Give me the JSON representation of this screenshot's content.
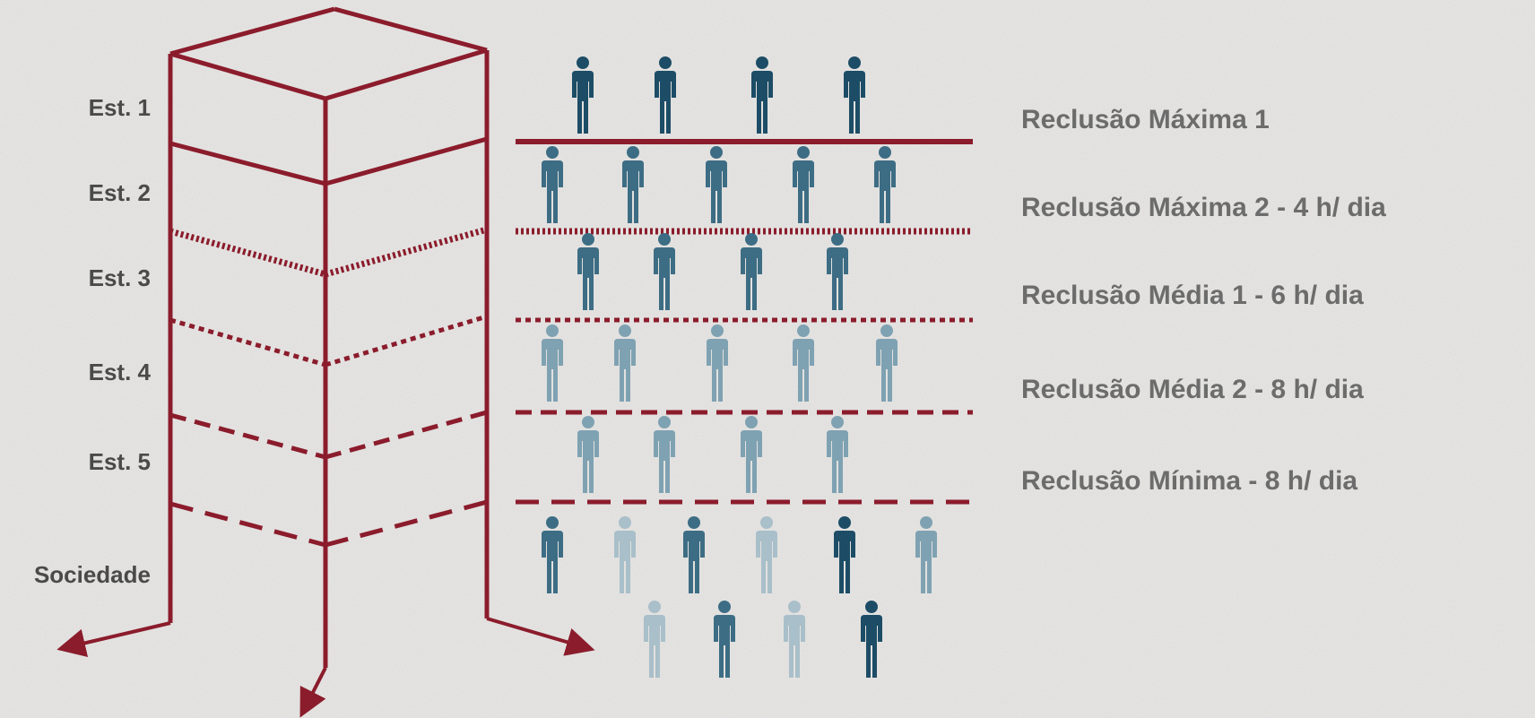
{
  "levels": [
    "Est. 1",
    "Est. 2",
    "Est. 3",
    "Est. 4",
    "Est. 5",
    "Sociedade"
  ],
  "regimes": [
    "Reclusão Máxima 1",
    "Reclusão Máxima 2  -  4 h/ dia",
    "Reclusão Média 1  -  6 h/ dia",
    "Reclusão Média 2  -  8 h/ dia",
    "Reclusão Mínima  -  8 h/ dia"
  ],
  "colors": {
    "structure": "#8b1c2c",
    "person_dark": "#1d4d66",
    "person_mid": "#3d6d84",
    "person_light": "#7fa2b2",
    "person_pale": "#a9bfc9",
    "background": "#e6e5e3"
  },
  "icons": [
    "person-icon",
    "arrow-icon"
  ]
}
